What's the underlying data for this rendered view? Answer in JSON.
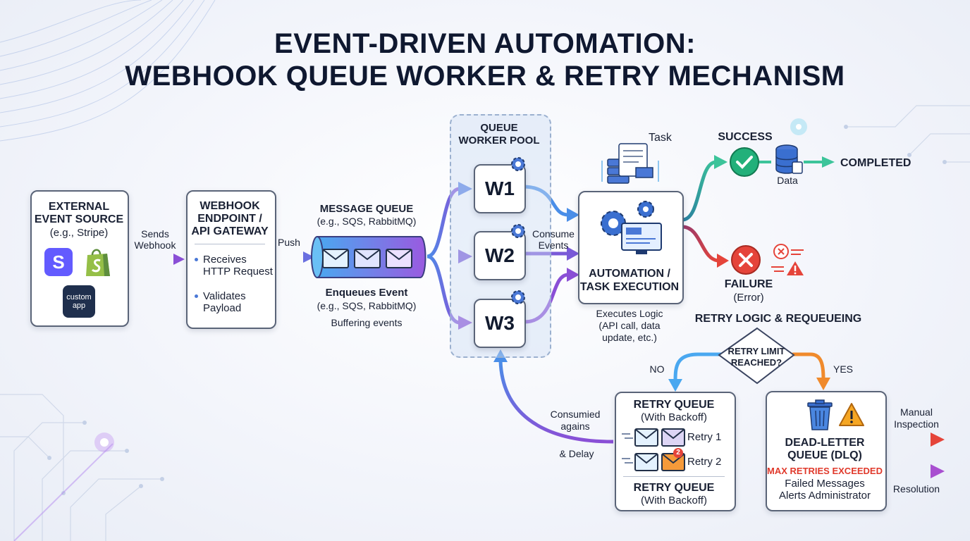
{
  "title": {
    "line1": "EVENT-DRIVEN AUTOMATION:",
    "line2": "WEBHOOK QUEUE WORKER & RETRY MECHANISM"
  },
  "source": {
    "title1": "EXTERNAL",
    "title2": "EVENT SOURCE",
    "sub": "(e.g., Stripe)",
    "apps": [
      "S",
      "custom app"
    ]
  },
  "edge_sends": {
    "line1": "Sends",
    "line2": "Webhook"
  },
  "endpoint": {
    "title1": "WEBHOOK",
    "title2": "ENDPOINT /",
    "title3": "API GATEWAY",
    "item1a": "Receives",
    "item1b": "HTTP Request",
    "item2a": "Validates",
    "item2b": "Payload"
  },
  "edge_push": "Push",
  "queue": {
    "title": "MESSAGE QUEUE",
    "sub": "(e.g., SQS, RabbitMQ)",
    "label": "Enqueues Event",
    "label_sub": "(e.g., SQS, RabbitMQ)",
    "buffer": "Buffering events"
  },
  "pool": {
    "title1": "QUEUE",
    "title2": "WORKER POOL",
    "workers": [
      "W1",
      "W2",
      "W3"
    ]
  },
  "edge_consume": {
    "line1": "Consume",
    "line2": "Events"
  },
  "task_label": "Task",
  "automation": {
    "title1": "AUTOMATION /",
    "title2": "TASK EXECUTION",
    "note1": "Executes Logic",
    "note2": "(API call, data",
    "note3": "update, etc.)"
  },
  "success": {
    "label": "SUCCESS",
    "data_label": "Data",
    "completed": "COMPLETED"
  },
  "failure": {
    "label": "FAILURE",
    "sub": "(Error)"
  },
  "retry_logic": {
    "title": "RETRY LOGIC & REQUEUEING",
    "decision1": "RETRY LIMIT",
    "decision2": "REACHED?",
    "no": "NO",
    "yes": "YES"
  },
  "retry_queue": {
    "title": "RETRY QUEUE",
    "sub": "(With Backoff)",
    "retry1": "Retry 1",
    "retry2": "Retry 2",
    "badge": "2",
    "title_b": "RETRY QUEUE",
    "sub_b": "(With Backoff)"
  },
  "edge_consumed": {
    "line1": "Consumied",
    "line2": "agains",
    "line3": "& Delay"
  },
  "dlq": {
    "title1": "DEAD-LETTER",
    "title2": "QUEUE (DLQ)",
    "warning": "MAX RETRIES EXCEEDED",
    "line1": "Failed Messages",
    "line2": "Alerts Administrator"
  },
  "manual": {
    "line1": "Manual",
    "line2": "Inspection"
  },
  "resolution": "Resolution",
  "colors": {
    "blue": "#4a8ee8",
    "purple": "#8a4fd6",
    "teal": "#2fa88f",
    "success_green": "#22b07a",
    "failure_red": "#e5443a",
    "orange": "#f08a2c",
    "stripe": "#635bff",
    "shopify": "#95bf47",
    "custom_app": "#1f2f4d"
  },
  "icons": [
    "stripe-logo-icon",
    "shopify-bag-icon",
    "custom-app-icon",
    "envelope-icon",
    "gear-icon",
    "monitor-icon",
    "server-icon",
    "document-icon",
    "checkmark-icon",
    "database-icon",
    "error-x-icon",
    "warning-icon",
    "trash-icon"
  ]
}
